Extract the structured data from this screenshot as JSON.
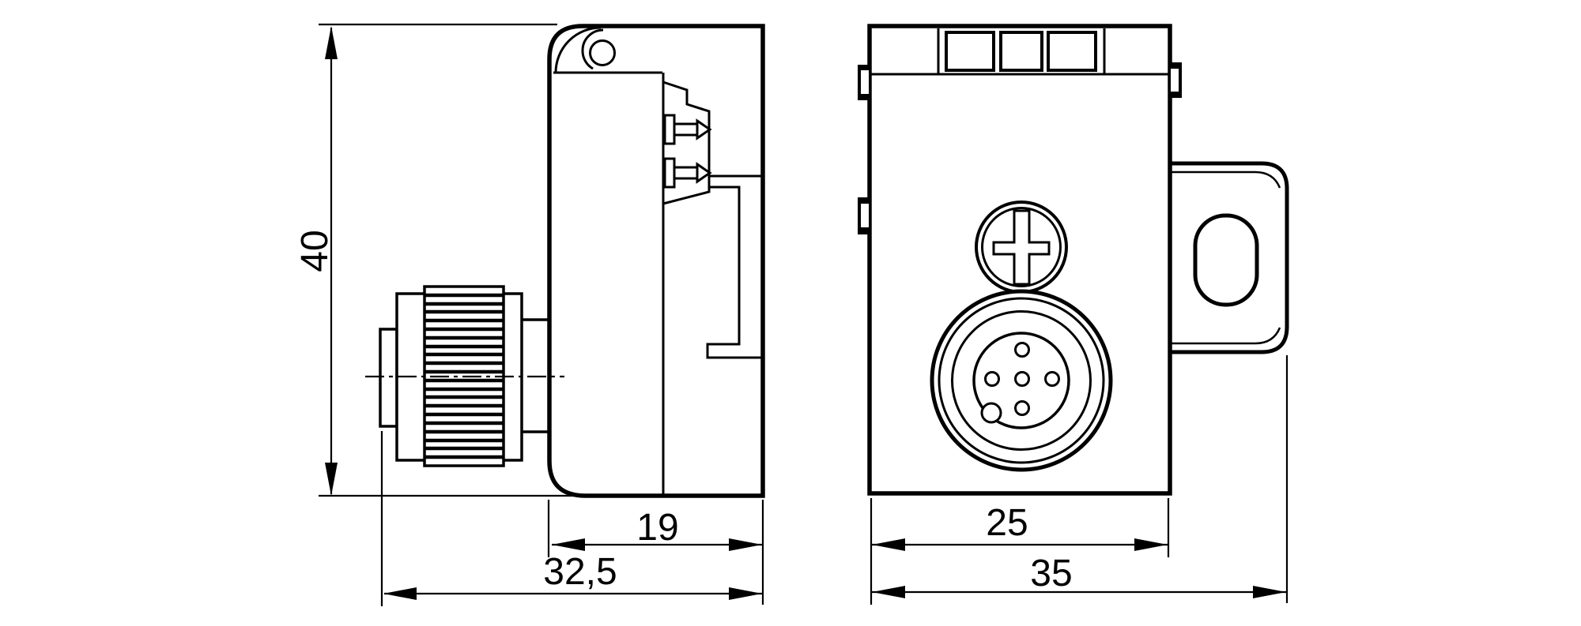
{
  "page": {
    "background": "#ffffff",
    "line_color": "#000000"
  },
  "drawing": {
    "kind": "technical-dimension-drawing",
    "views": {
      "side": {
        "dims": {
          "height": "40",
          "housing_depth": "19",
          "overall_depth": "32,5"
        }
      },
      "front": {
        "dims": {
          "housing_width": "25",
          "overall_width": "35"
        }
      }
    }
  }
}
